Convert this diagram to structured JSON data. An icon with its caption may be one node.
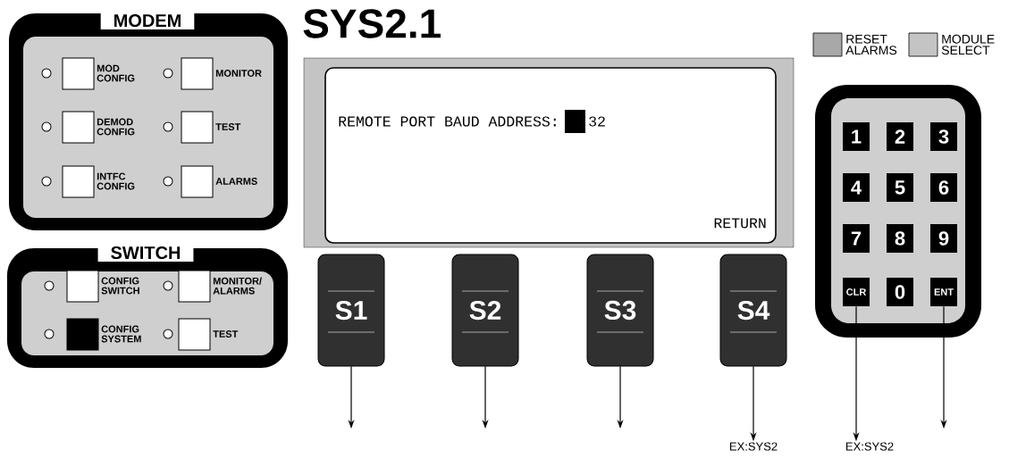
{
  "diagram": {
    "title": "SYS2.1",
    "nodes": [
      {
        "text": [
          "MODEM"
        ]
      },
      {
        "text": [
          "MOD CONFIG"
        ],
        "in": 0
      },
      {
        "text": [
          "MONITOR"
        ],
        "in": 0
      },
      {
        "text": [
          "DEMOD CONFIG"
        ],
        "in": 0
      },
      {
        "text": [
          "TEST"
        ],
        "in": 0
      },
      {
        "text": [
          "INTFC CONFIG"
        ],
        "in": 0
      },
      {
        "text": [
          "ALARMS"
        ],
        "in": 0
      },
      {
        "text": [
          "SWITCH"
        ]
      },
      {
        "text": [
          "CONFIG SWITCH"
        ],
        "in": 7
      },
      {
        "text": [
          "MONITOR/ ALARMS"
        ],
        "in": 7
      },
      {
        "text": [
          "CONFIG SYSTEM"
        ],
        "in": 7
      },
      {
        "text": [
          "TEST"
        ],
        "in": 7
      },
      {
        "text": [
          "REMOTE PORT BAUD ADDRESS:",
          "32",
          "RETURN"
        ]
      },
      {
        "text": [
          "S1"
        ]
      },
      {
        "text": [
          "S2"
        ]
      },
      {
        "text": [
          "S3"
        ]
      },
      {
        "text": [
          "S4"
        ]
      },
      {
        "text": [
          "RESET ALARMS"
        ]
      },
      {
        "text": [
          "MODULE SELECT"
        ]
      },
      {
        "text": [],
        "shape": "box"
      },
      {
        "text": [
          "1"
        ],
        "in": 19
      },
      {
        "text": [
          "2"
        ],
        "in": 19
      },
      {
        "text": [
          "3"
        ],
        "in": 19
      },
      {
        "text": [
          "4"
        ],
        "in": 19
      },
      {
        "text": [
          "5"
        ],
        "in": 19
      },
      {
        "text": [
          "6"
        ],
        "in": 19
      },
      {
        "text": [
          "7"
        ],
        "in": 19
      },
      {
        "text": [
          "8"
        ],
        "in": 19
      },
      {
        "text": [
          "9"
        ],
        "in": 19
      },
      {
        "text": [
          "CLR"
        ],
        "in": 19
      },
      {
        "text": [
          "0"
        ],
        "in": 19
      },
      {
        "text": [
          "ENT"
        ],
        "in": 19
      },
      {
        "text": [
          "EX:SYS2"
        ]
      },
      {
        "text": [
          "EX:SYS2"
        ]
      }
    ],
    "edges": [
      {
        "from": 13,
        "to": null,
        "arrow": "to"
      },
      {
        "from": 14,
        "to": null,
        "arrow": "to"
      },
      {
        "from": 15,
        "to": null,
        "arrow": "to"
      },
      {
        "from": 16,
        "to": 32,
        "arrow": "to"
      },
      {
        "from": 29,
        "to": 33,
        "arrow": "to"
      },
      {
        "from": 31,
        "to": null,
        "arrow": "to"
      }
    ]
  }
}
